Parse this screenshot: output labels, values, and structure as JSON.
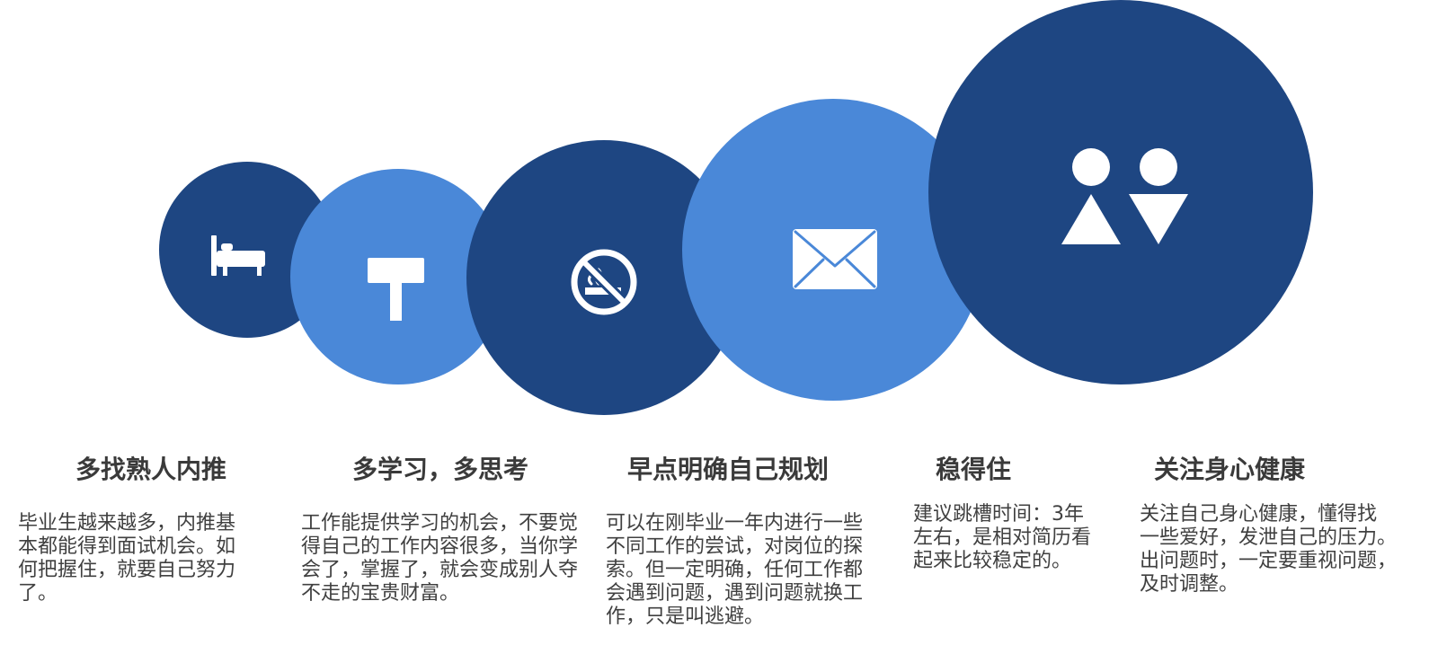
{
  "circles": [
    {
      "icon": "bed-icon",
      "color": "#1e4682"
    },
    {
      "icon": "signpost-icon",
      "color": "#4a88d8"
    },
    {
      "icon": "no-smoking-icon",
      "color": "#1e4682"
    },
    {
      "icon": "envelope-icon",
      "color": "#4a88d8"
    },
    {
      "icon": "restroom-icon",
      "color": "#1e4682"
    }
  ],
  "tips": [
    {
      "heading": "多找熟人内推",
      "lines": [
        "毕业生越来越多，内推基",
        "本都能得到面试机会。如",
        "何把握住，就要自己努力",
        "了。"
      ]
    },
    {
      "heading": "多学习，多思考",
      "lines": [
        "工作能提供学习的机会，不要觉",
        "得自己的工作内容很多，当你学",
        "会了，掌握了，就会变成别人夺",
        "不走的宝贵财富。"
      ]
    },
    {
      "heading": "早点明确自己规划",
      "lines": [
        "可以在刚毕业一年内进行一些",
        "不同工作的尝试，对岗位的探",
        "索。但一定明确，任何工作都",
        "会遇到问题，遇到问题就换工",
        "作，只是叫逃避。"
      ]
    },
    {
      "heading": "稳得住",
      "lines": [
        "建议跳槽时间：3年",
        "左右，是相对简历看",
        "起来比较稳定的。"
      ]
    },
    {
      "heading": "关注身心健康",
      "lines": [
        "关注自己身心健康，懂得找",
        "一些爱好，发泄自己的压力。",
        "出问题时，一定要重视问题，",
        "及时调整。"
      ]
    }
  ]
}
